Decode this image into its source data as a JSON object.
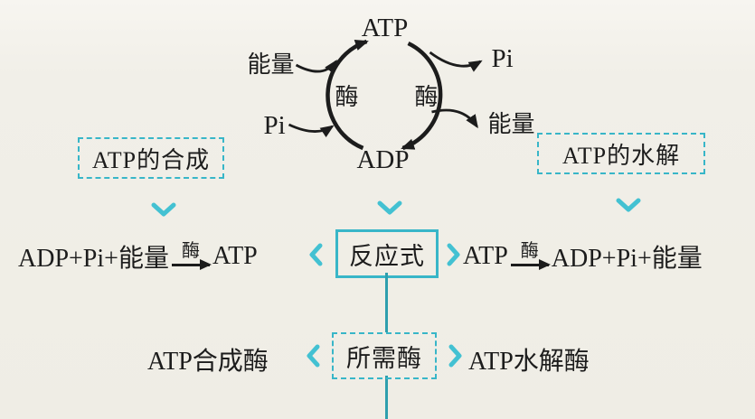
{
  "colors": {
    "teal_border": "#38b6c8",
    "teal_arrow": "#43c1d2",
    "ink": "#1c1c1c",
    "paper": "#f1efe8"
  },
  "cycle": {
    "top_node": "ATP",
    "bottom_node": "ADP",
    "left_enzyme": "酶",
    "right_enzyme": "酶",
    "in_energy": "能量",
    "in_pi": "Pi",
    "out_pi": "Pi",
    "out_energy": "能量"
  },
  "synthesis": {
    "box_label": "ATP的合成",
    "eq_lhs": "ADP+Pi+能量",
    "eq_enzyme": "酶",
    "eq_rhs": "ATP",
    "enzyme_name": "ATP合成酶"
  },
  "hydrolysis": {
    "box_label": "ATP的水解",
    "eq_lhs": "ATP",
    "eq_enzyme": "酶",
    "eq_rhs": "ADP+Pi+能量",
    "enzyme_name": "ATP水解酶"
  },
  "center": {
    "reaction_box": "反应式",
    "enzyme_box": "所需酶"
  }
}
